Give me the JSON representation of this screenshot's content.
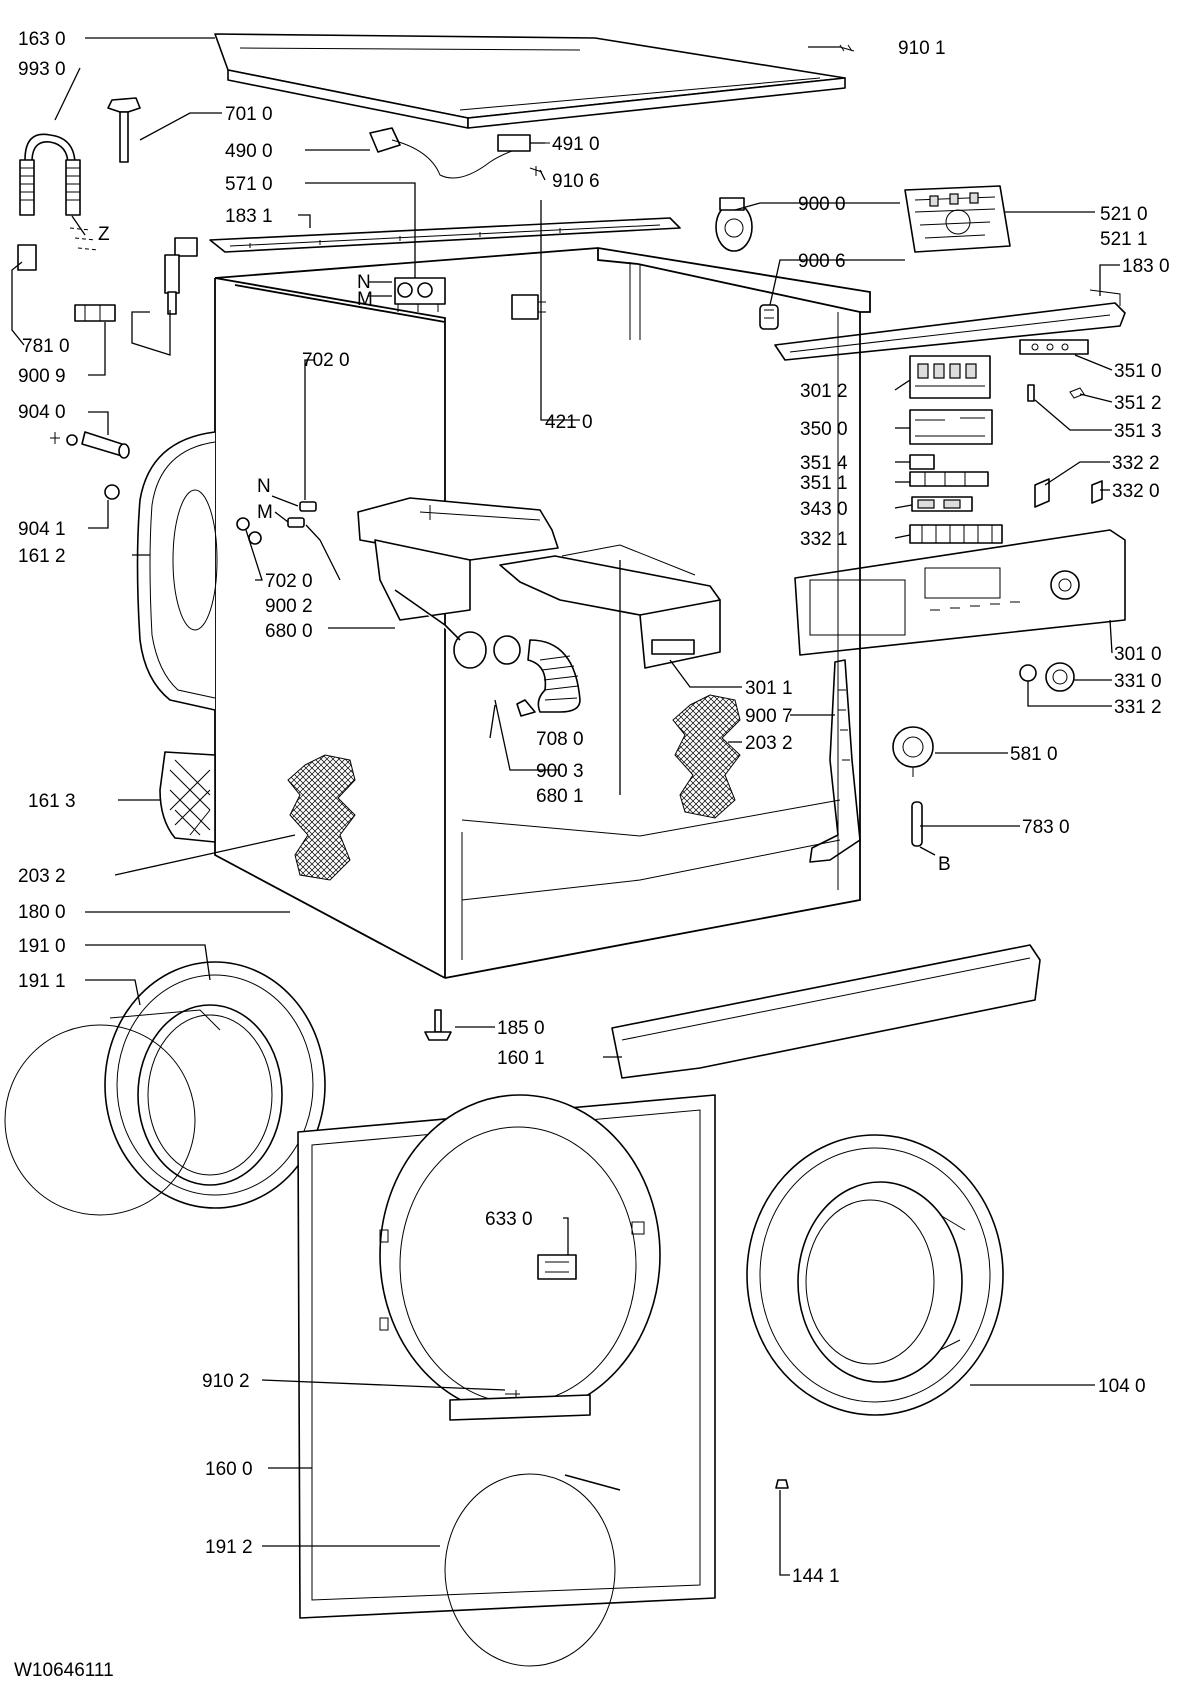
{
  "drawing_number": "W10646111",
  "letters": {
    "Z": "Z",
    "N": "N",
    "M": "M",
    "B": "B"
  },
  "labels": {
    "p1630": "163 0",
    "p9930": "993 0",
    "p7010": "701 0",
    "p4900": "490 0",
    "p5710": "571 0",
    "p1831": "183 1",
    "p7810": "781 0",
    "p9009": "900 9",
    "p9040": "904 0",
    "p9041": "904 1",
    "p1612": "161 2",
    "p7020a": "702 0",
    "p7020b": "702 0",
    "p9002": "900 2",
    "p6800": "680 0",
    "p1613": "161 3",
    "p2032a": "203 2",
    "p1800": "180 0",
    "p1910": "191 0",
    "p1911": "191 1",
    "p9101": "910 1",
    "p4910": "491 0",
    "p9106": "910 6",
    "p9000": "900 0",
    "p5210": "521 0",
    "p5211": "521 1",
    "p9006": "900 6",
    "p1830": "183 0",
    "p3510": "351 0",
    "p3012": "301 2",
    "p3512": "351 2",
    "p3500": "350 0",
    "p3513": "351 3",
    "p3514": "351 4",
    "p3322": "332 2",
    "p3511": "351 1",
    "p3320": "332 0",
    "p3430": "343 0",
    "p3321": "332 1",
    "p4210": "421 0",
    "p3010": "301 0",
    "p3011": "301 1",
    "p3310": "331 0",
    "p3312": "331 2",
    "p9007": "900 7",
    "p7080": "708 0",
    "p2032b": "203 2",
    "p9003": "900 3",
    "p5810": "581 0",
    "p6801": "680 1",
    "p7830": "783 0",
    "p1850": "185 0",
    "p1601": "160 1",
    "p6330": "633 0",
    "p9102": "910 2",
    "p1040": "104 0",
    "p1600": "160 0",
    "p1912": "191 2",
    "p1441": "144 1"
  }
}
